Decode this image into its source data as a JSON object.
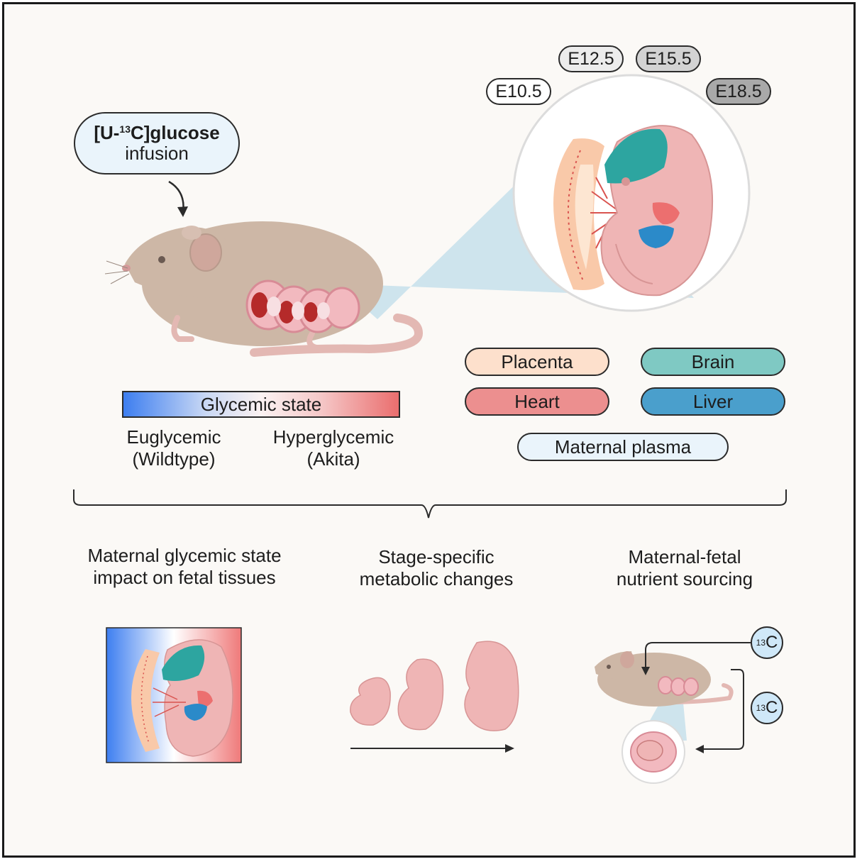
{
  "tracer": {
    "mass_prefix": "[U-",
    "mass_number": "13",
    "compound": "C]glucose",
    "method": "infusion"
  },
  "stages": [
    "E10.5",
    "E12.5",
    "E15.5",
    "E18.5"
  ],
  "glycemic": {
    "bar_label": "Glycemic state",
    "left_label": "Euglycemic",
    "left_sub": "(Wildtype)",
    "right_label": "Hyperglycemic",
    "right_sub": "(Akita)"
  },
  "tissues": {
    "placenta": "Placenta",
    "brain": "Brain",
    "heart": "Heart",
    "liver": "Liver",
    "plasma": "Maternal plasma"
  },
  "findings": [
    {
      "line1": "Maternal glycemic state",
      "line2": "impact on fetal tissues"
    },
    {
      "line1": "Stage-specific",
      "line2": "metabolic changes"
    },
    {
      "line1": "Maternal-fetal",
      "line2": "nutrient sourcing"
    }
  ],
  "isotope": {
    "mass": "13",
    "element": "C"
  },
  "colors": {
    "placenta": "#fde0cc",
    "brain": "#7fc9c3",
    "heart": "#ec8f8f",
    "liver": "#4a9fcc",
    "plasma": "#eaf4fb",
    "stage_e10": "#ffffff",
    "stage_e12": "#ececec",
    "stage_e15": "#d3d3d3",
    "stage_e18": "#a9a9a9",
    "mouse": "#cdb7a6",
    "embryo": "#efb5b5"
  }
}
